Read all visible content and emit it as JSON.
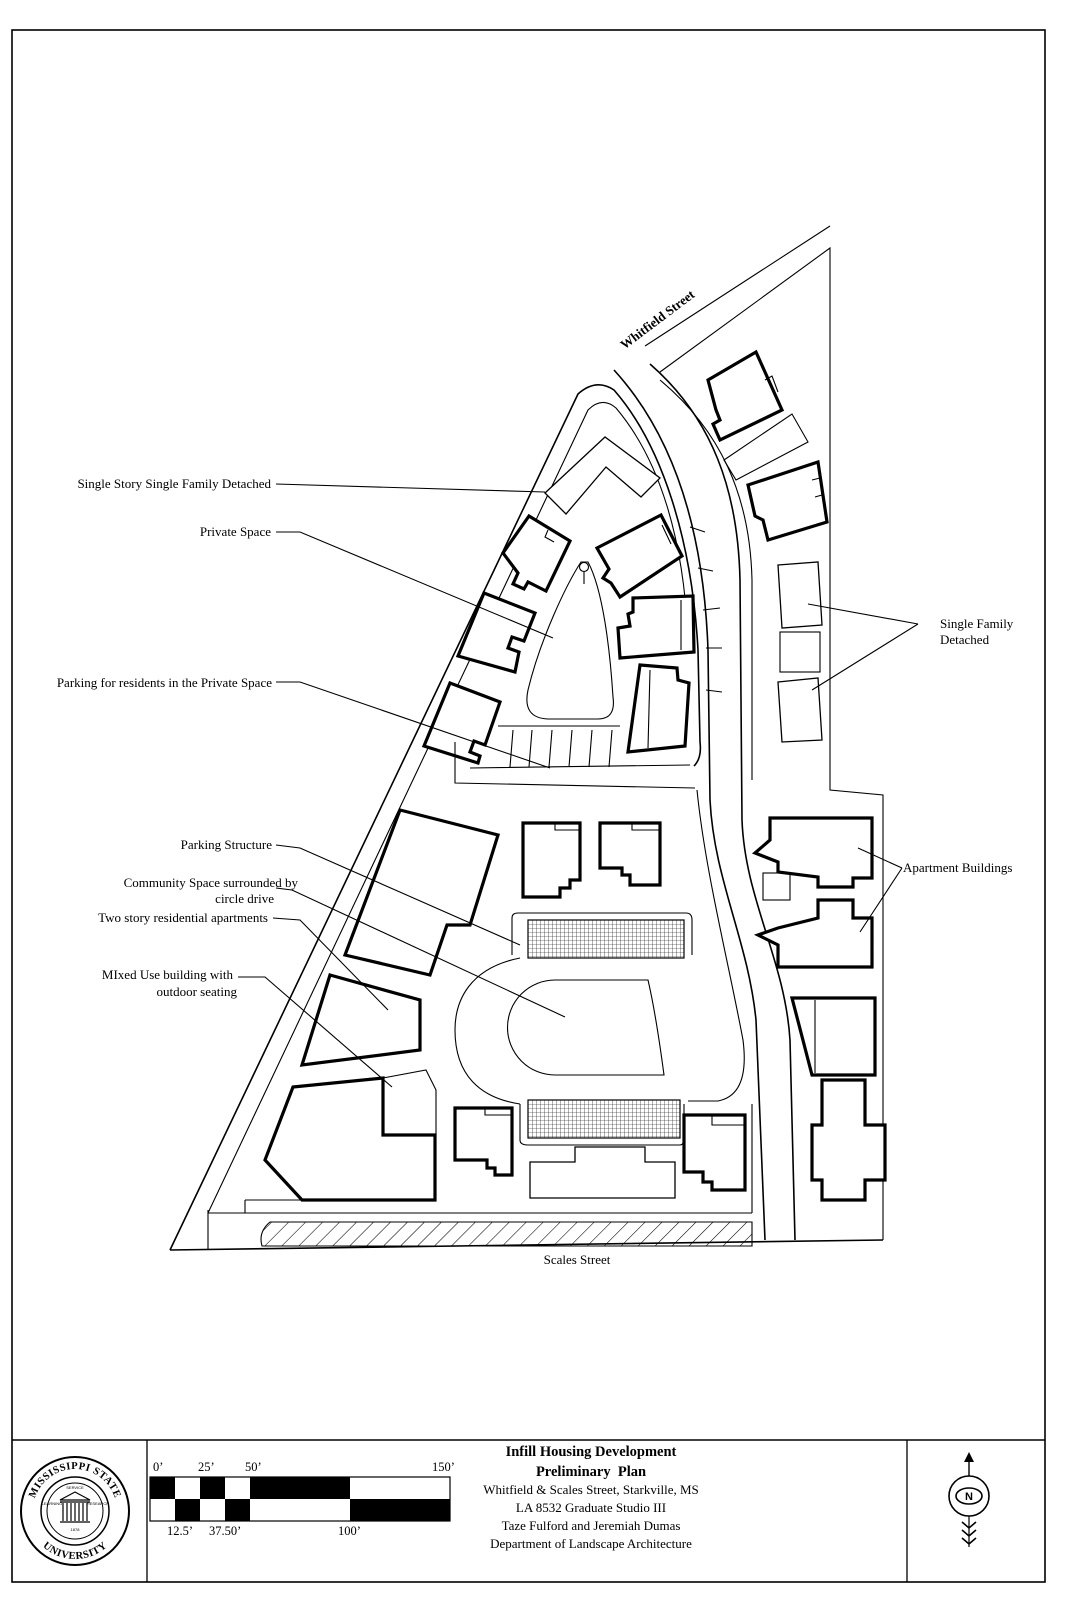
{
  "drawing": {
    "streets": {
      "whitfield": "Whitfield Street",
      "scales": "Scales Street"
    },
    "callouts": {
      "single_story": "Single Story Single Family Detached",
      "private_space": "Private Space",
      "parking_residents": "Parking for residents in the Private Space",
      "parking_structure": "Parking Structure",
      "community_space": [
        "Community Space surrounded by",
        "circle drive"
      ],
      "two_story": "Two story residential apartments",
      "mixed_use": [
        "MIxed Use building with",
        "outdoor seating"
      ],
      "single_family": [
        "Single Family",
        "Detached"
      ],
      "apartments": "Apartment Buildings"
    }
  },
  "title_block": {
    "title": "Infill Housing Development",
    "subtitle": "Preliminary  Plan",
    "location": "Whitfield & Scales Street, Starkville, MS",
    "course": "LA 8532 Graduate Studio III",
    "authors": "Taze Fulford and Jeremiah Dumas",
    "department": "Department of Landscape Architecture",
    "scale_bar": {
      "top_labels": [
        "0’",
        "25’",
        "50’",
        "150’"
      ],
      "bottom_labels": [
        "12.5’",
        "37.50’",
        "100’"
      ]
    },
    "seal": {
      "top": "MISSISSIPPI STATE",
      "bottom": "UNIVERSITY",
      "year": "1878",
      "words": [
        "LEARNING",
        "SERVICE",
        "RESEARCH"
      ]
    },
    "north_arrow": "N"
  },
  "colors": {
    "ink": "#000000",
    "paper": "#ffffff"
  }
}
